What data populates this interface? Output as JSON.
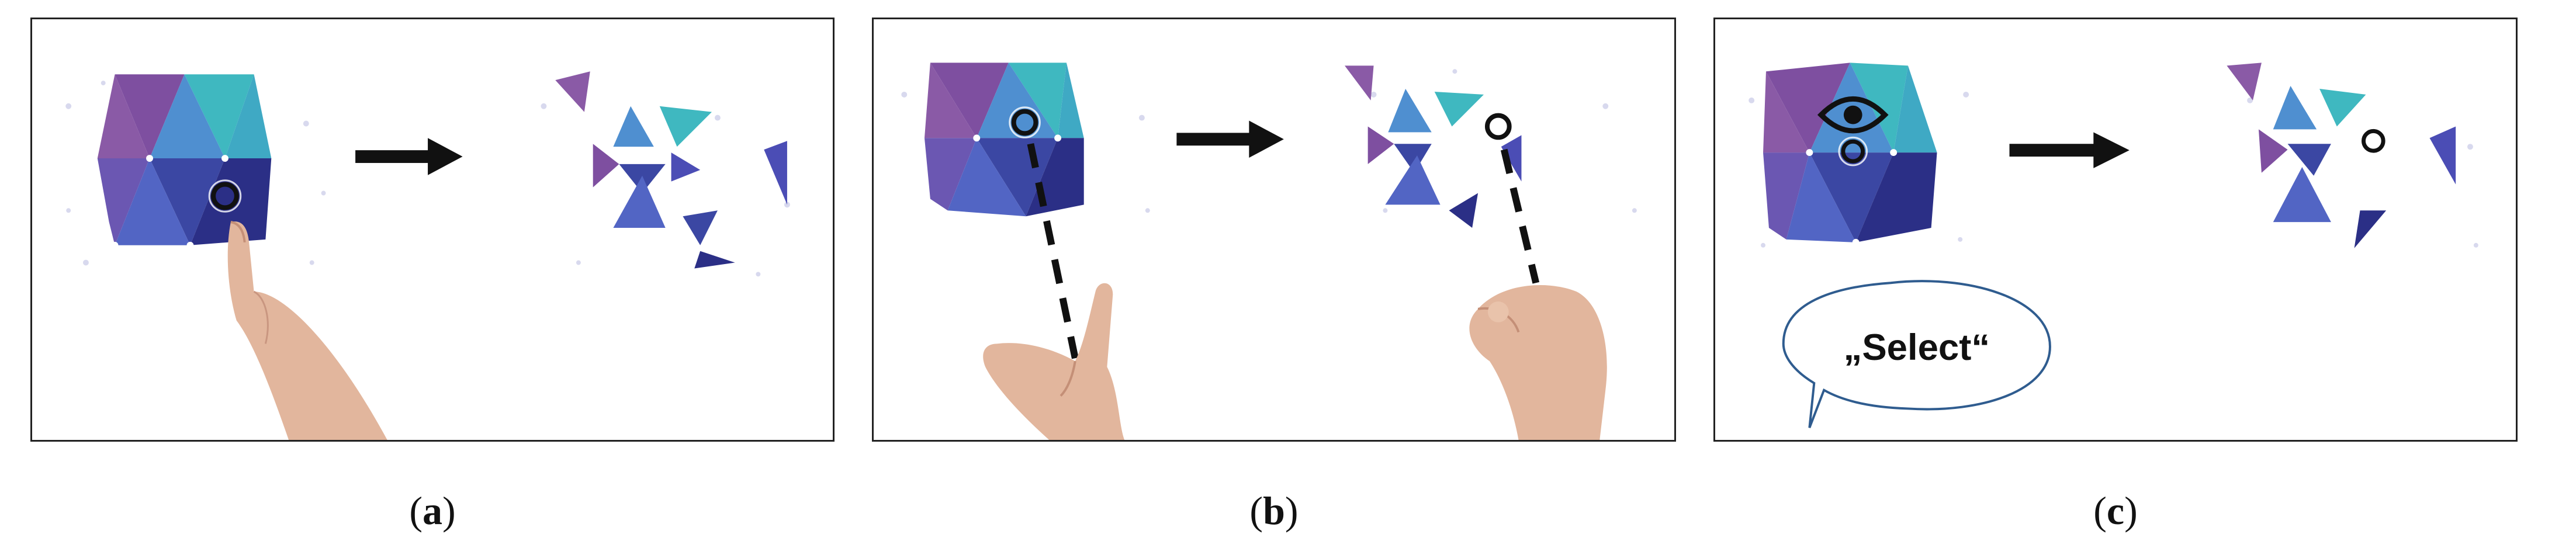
{
  "panels": [
    {
      "caption_open": "(",
      "caption_letter": "a",
      "caption_close": ")"
    },
    {
      "caption_open": "(",
      "caption_letter": "b",
      "caption_close": ")"
    },
    {
      "caption_open": "(",
      "caption_letter": "c",
      "caption_close": ")",
      "speech": "„Select“"
    }
  ],
  "colors": {
    "purple": "#8a5aa6",
    "purple_light": "#9b6bb4",
    "teal": "#3fb8c0",
    "blue_mid": "#4f8fd0",
    "blue_dark": "#3b47a3",
    "navy": "#2b2f86",
    "indigo": "#4b4db5",
    "frame": "#222222",
    "bubble_stroke": "#2f5c8f",
    "skin": "#e0b39a"
  },
  "icons": [
    "cursor-ring-icon",
    "arrow-right-icon",
    "eye-icon",
    "speech-bubble-icon",
    "finger-icon",
    "hand-icon"
  ]
}
